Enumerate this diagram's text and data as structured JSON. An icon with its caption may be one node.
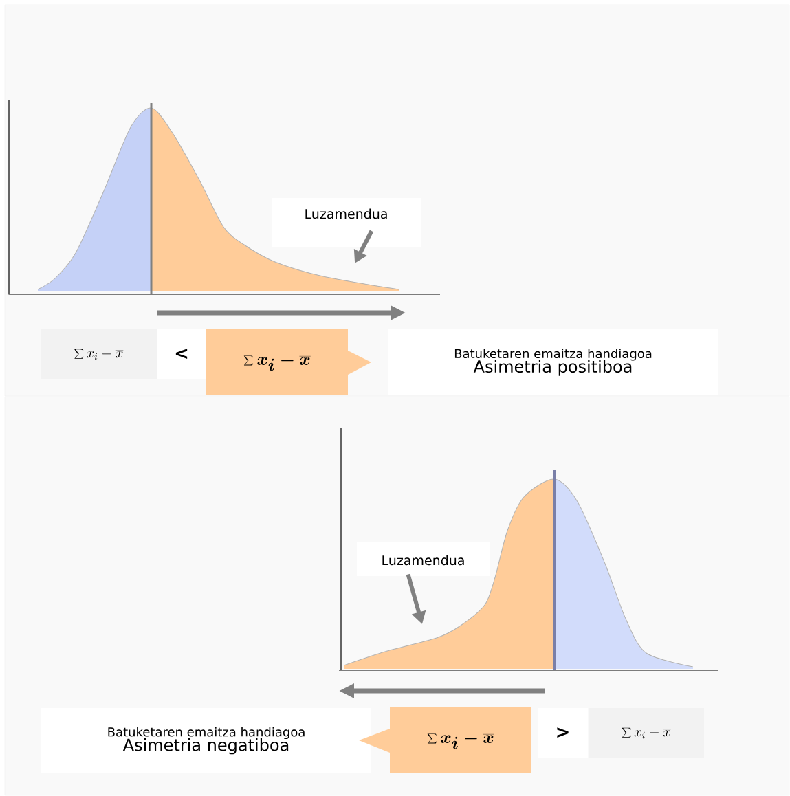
{
  "diagram": {
    "nodes": [
      {
        "text": [
          "Luzamendua"
        ]
      },
      {
        "text": [
          "\\sum x_{i} - \\overline{x}"
        ]
      },
      {
        "text": [
          "<"
        ]
      },
      {
        "text": [
          "\\sum x_{i} - \\overline{x}"
        ]
      },
      {
        "text": [
          "Batuketaren emaitza handiagoa",
          "Asimetria positiboa"
        ]
      },
      {
        "text": [
          "Luzamendua"
        ]
      },
      {
        "text": [
          "Batuketaren emaitza handiagoa",
          "Asimetria negatiboa"
        ]
      },
      {
        "text": [
          "\\sum x_{i} - \\overline{x}"
        ]
      },
      {
        "text": [
          ">"
        ]
      },
      {
        "text": [
          "\\sum x_{i} - \\overline{x}"
        ]
      }
    ],
    "edges": [
      {
        "from": 0,
        "to": null,
        "arrow": "to"
      },
      {
        "from": 5,
        "to": null,
        "arrow": "to"
      }
    ]
  }
}
